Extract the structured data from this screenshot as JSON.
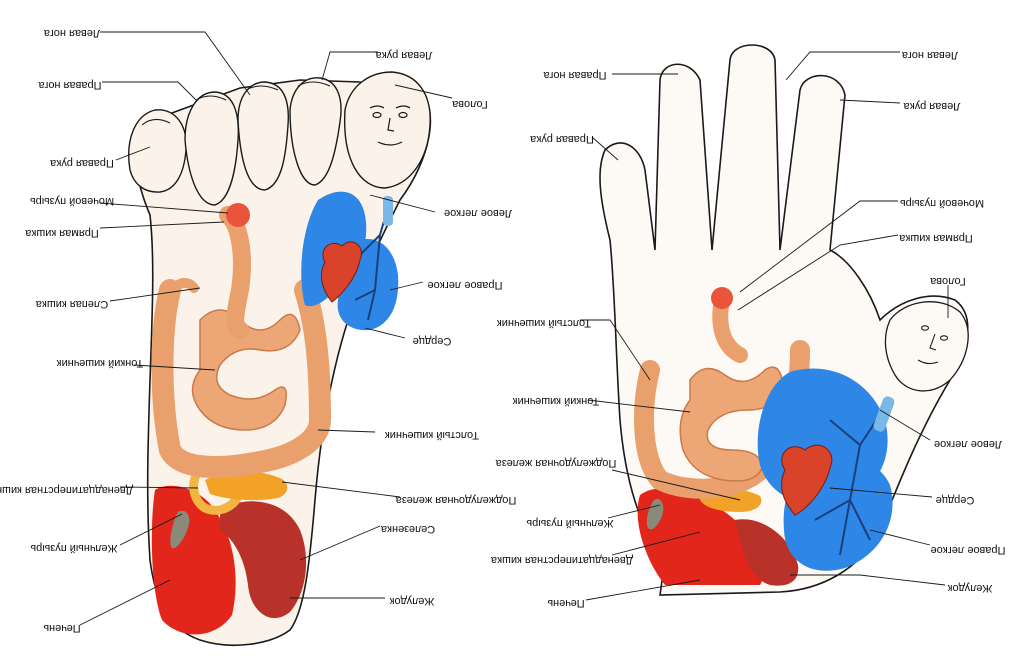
{
  "colors": {
    "skin_fill": "#fbf3ea",
    "outline": "#1a1a1a",
    "intestine": "#e9a06c",
    "intestine_dark": "#c97a47",
    "liver": "#e2261c",
    "stomach": "#b8322a",
    "lung": "#2e86e6",
    "lung_dark": "#1b5fb8",
    "heart": "#d9432a",
    "pancreas": "#f2a227",
    "bladder": "#e8553a",
    "trachea": "#7ab8e8"
  },
  "foot": {
    "labels": {
      "left_leg": "Левая нога",
      "left_arm": "Левая рука",
      "right_leg": "Правая нога",
      "head": "Голова",
      "right_arm": "Правая рука",
      "bladder": "Мочевой пузырь",
      "left_lung": "Левое легкое",
      "rectum": "Прямая кишка",
      "right_lung": "Правое легкое",
      "appendix": "Слепая кишка",
      "heart": "Сердце",
      "small_intestine": "Тонкий кишечник",
      "large_intestine": "Толстый кишечник",
      "duodenum": "Двенадцатиперстная кишка",
      "pancreas": "Поджелудочная железа",
      "spleen": "Селезенка",
      "gallbladder": "Желчный пузырь",
      "stomach": "Желудок",
      "liver": "Печень"
    }
  },
  "hand": {
    "labels": {
      "right_leg": "Правая нога",
      "left_leg": "Левая нога",
      "left_arm": "Левая рука",
      "right_arm": "Правая рука",
      "bladder": "Мочевой пузырь",
      "rectum": "Прямая кишка",
      "head": "Голова",
      "large_intestine": "Толстый кишечник",
      "small_intestine": "Тонкий кишечник",
      "left_lung": "Левое легкое",
      "pancreas": "Поджелудочная железа",
      "heart": "Сердце",
      "gallbladder": "Желчный пузырь",
      "right_lung": "Правое легкое",
      "duodenum": "Двенадцатиперстная кишка",
      "stomach": "Желудок",
      "liver": "Печень"
    }
  }
}
